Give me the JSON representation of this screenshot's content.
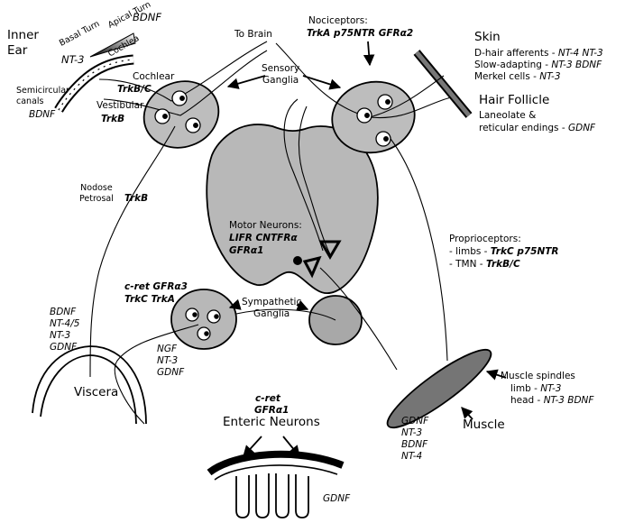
{
  "inner_ear": {
    "title_line1": "Inner",
    "title_line2": "Ear",
    "basal_turn": "Basal Turn",
    "apical_turn": "Apical Turn",
    "cochlea": "Cochlea",
    "bdnf_gradient": "BDNF",
    "nt3_gradient": "NT-3",
    "semicircular_line1": "Semicircular",
    "semicircular_line2": "canals",
    "semicircular_factor": "BDNF"
  },
  "to_brain": "To Brain",
  "cochlear": {
    "label": "Cochlear",
    "receptor": "TrkB/C"
  },
  "vestibular": {
    "label": "Vestibular",
    "receptor": "TrkB"
  },
  "sensory_ganglia": {
    "line1": "Sensory",
    "line2": "Ganglia"
  },
  "nociceptors": {
    "label": "Nociceptors:",
    "receptors": "TrkA p75NTR GFRα2"
  },
  "skin": {
    "title": "Skin",
    "rows": [
      {
        "name": "D-hair afferents",
        "factors": "NT-4 NT-3"
      },
      {
        "name": "Slow-adapting",
        "factors": "NT-3 BDNF"
      },
      {
        "name": "Merkel cells",
        "factors": "NT-3"
      }
    ]
  },
  "hair_follicle": {
    "title": "Hair Follicle",
    "line1": "Laneolate &",
    "line2": "reticular endings",
    "factor": "GDNF"
  },
  "nodose": {
    "line1": "Nodose",
    "line2": "Petrosal",
    "receptor": "TrkB"
  },
  "motor_neurons": {
    "label": "Motor Neurons:",
    "receptors_line1": "LIFR CNTFRα",
    "receptors_line2": "GFRα1"
  },
  "proprioceptors": {
    "label": "Proprioceptors:",
    "limbs": "- limbs",
    "limbs_receptor": "TrkC p75NTR",
    "tmn": "- TMN",
    "tmn_receptor": "TrkB/C"
  },
  "sympathetic": {
    "receptors_line1": "c-ret GFRα3",
    "receptors_line2": "TrkC TrkA",
    "label_line1": "Sympathetic",
    "label_line2": "Ganglia",
    "factors": [
      "NGF",
      "NT-3",
      "GDNF"
    ]
  },
  "viscera": {
    "title": "Viscera",
    "factors": [
      "BDNF",
      "NT-4/5",
      "NT-3",
      "GDNF"
    ]
  },
  "enteric": {
    "line1": "c-ret",
    "line2": "GFRα1",
    "title": "Enteric Neurons",
    "factor": "GDNF"
  },
  "muscle": {
    "title": "Muscle",
    "factors": [
      "GDNF",
      "NT-3",
      "BDNF",
      "NT-4"
    ]
  },
  "muscle_spindles": {
    "title": "Muscle spindles",
    "limb": "limb -",
    "limb_factor": "NT-3",
    "head": "head -",
    "head_factor": "NT-3 BDNF"
  }
}
